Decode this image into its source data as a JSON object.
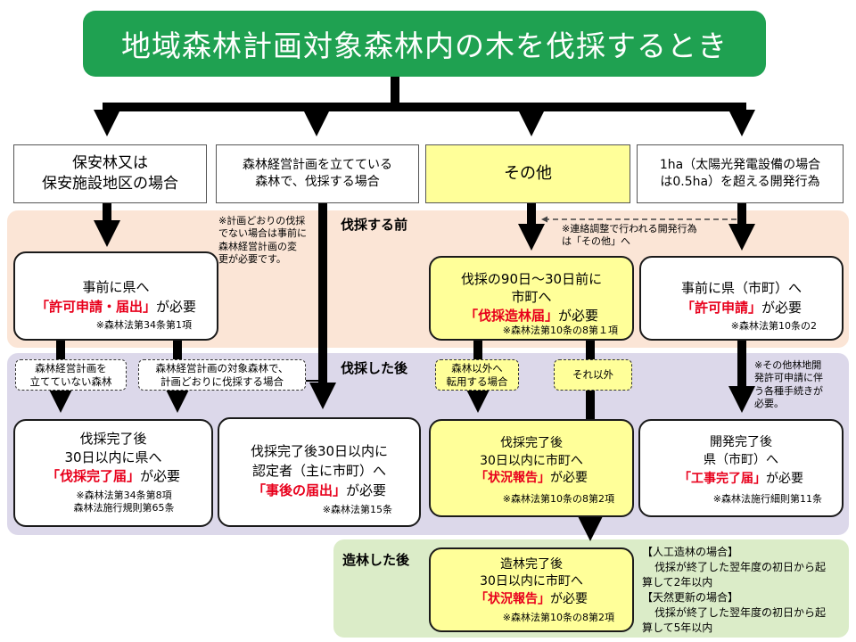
{
  "title": "地域森林計画対象森林内の木を伐採するとき",
  "bands": {
    "before": "伐採する前",
    "after": "伐採した後",
    "reforest": "造林した後"
  },
  "categories": {
    "hoan": {
      "line1": "保安林又は",
      "line2": "保安施設地区の場合"
    },
    "keiei": {
      "line1": "森林経営計画を立てている",
      "line2": "森林で、伐採する場合"
    },
    "other": "その他",
    "kaihatsu": {
      "line1": "1ha（太陽光発電設備の場合",
      "line2": "は0.5ha）を超える開発行為"
    }
  },
  "notes": {
    "keiei_note": [
      "※計画どおりの伐採",
      "でない場合は事前に",
      "森林経営計画の変",
      "更が必要です。"
    ],
    "renraku_note": [
      "※連絡調整で行われる開発行為",
      "は「その他」へ"
    ],
    "sonota_kaihatsu": [
      "※その他林地開",
      "発許可申請に伴",
      "う各種手続きが",
      "必要。"
    ]
  },
  "before_boxes": {
    "pref": {
      "line1": "事前に県へ",
      "pre": "「許可申請・届出」",
      "post": "が必要",
      "law": "※森林法第34条第1項"
    },
    "city": {
      "line1": "伐採の90日～30日前に",
      "line2": "市町へ",
      "pre": "「伐採造林届」",
      "post": "が必要",
      "law": "※森林法第10条の8第１項"
    },
    "kaihatsu": {
      "line1": "事前に県（市町）へ",
      "pre": "「許可申請」",
      "post": "が必要",
      "law": "※森林法第10条の2"
    }
  },
  "branches": {
    "no_plan": [
      "森林経営計画を",
      "立てていない森林"
    ],
    "plan": [
      "森林経営計画の対象森林で、",
      "計画どおりに伐採する場合"
    ],
    "convert": [
      "森林以外へ",
      "転用する場合"
    ],
    "else": "それ以外"
  },
  "after_boxes": {
    "pref": {
      "line1": "伐採完了後",
      "line2": "30日以内に県へ",
      "pre": "「伐採完了届」",
      "post": "が必要",
      "law1": "※森林法第34条第8項",
      "law2": "森林法施行規則第65条"
    },
    "nintei": {
      "line1": "伐採完了後30日以内に",
      "line2": "認定者（主に市町）へ",
      "pre": "「事後の届出」",
      "post": "が必要",
      "law": "※森林法第15条"
    },
    "city": {
      "line1": "伐採完了後",
      "line2": "30日以内に市町へ",
      "pre": "「状況報告」",
      "post": "が必要",
      "law": "※森林法第10条の8第2項"
    },
    "kaihatsu": {
      "line1": "開発完了後",
      "line2": "県（市町）へ",
      "pre": "「工事完了届」",
      "post": "が必要",
      "law": "※森林法施行細則第11条"
    }
  },
  "reforest_box": {
    "line1": "造林完了後",
    "line2": "30日以内に市町へ",
    "pre": "「状況報告」",
    "post": "が必要",
    "law": "※森林法第10条の8第2項"
  },
  "reforest_note": {
    "h1": "【人工造林の場合】",
    "t1a": "伐採が終了した翌年度の初日から起",
    "t1b": "算して2年以内",
    "h2": "【天然更新の場合】",
    "t2a": "伐採が終了した翌年度の初日から起",
    "t2b": "算して5年以内"
  },
  "colors": {
    "title_bg": "#1fa151",
    "before_band": "#fbe5d6",
    "after_band": "#dcd8ea",
    "reforest_band": "#dbecc8",
    "highlight": "#ffff99",
    "red": "#e8001c"
  }
}
